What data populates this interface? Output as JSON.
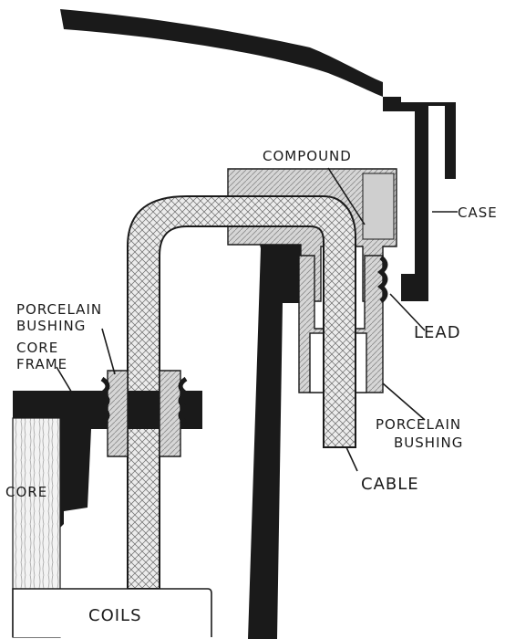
{
  "labels": {
    "compound": "COMPOUND",
    "case": "CASE",
    "porcelain_bushing_left_1": "PORCELAIN",
    "porcelain_bushing_left_2": "BUSHING",
    "core_frame_1": "CORE",
    "core_frame_2": "FRAME",
    "core": "CORE",
    "lead": "LEAD",
    "porcelain_bushing_right_1": "PORCELAIN",
    "porcelain_bushing_right_2": "BUSHING",
    "cable": "CABLE",
    "coils": "COILS"
  },
  "colors": {
    "ink": "#1a1a1a",
    "paper": "#ffffff",
    "porcelain": "#dcdcdc",
    "core": "#f2f2f2"
  }
}
